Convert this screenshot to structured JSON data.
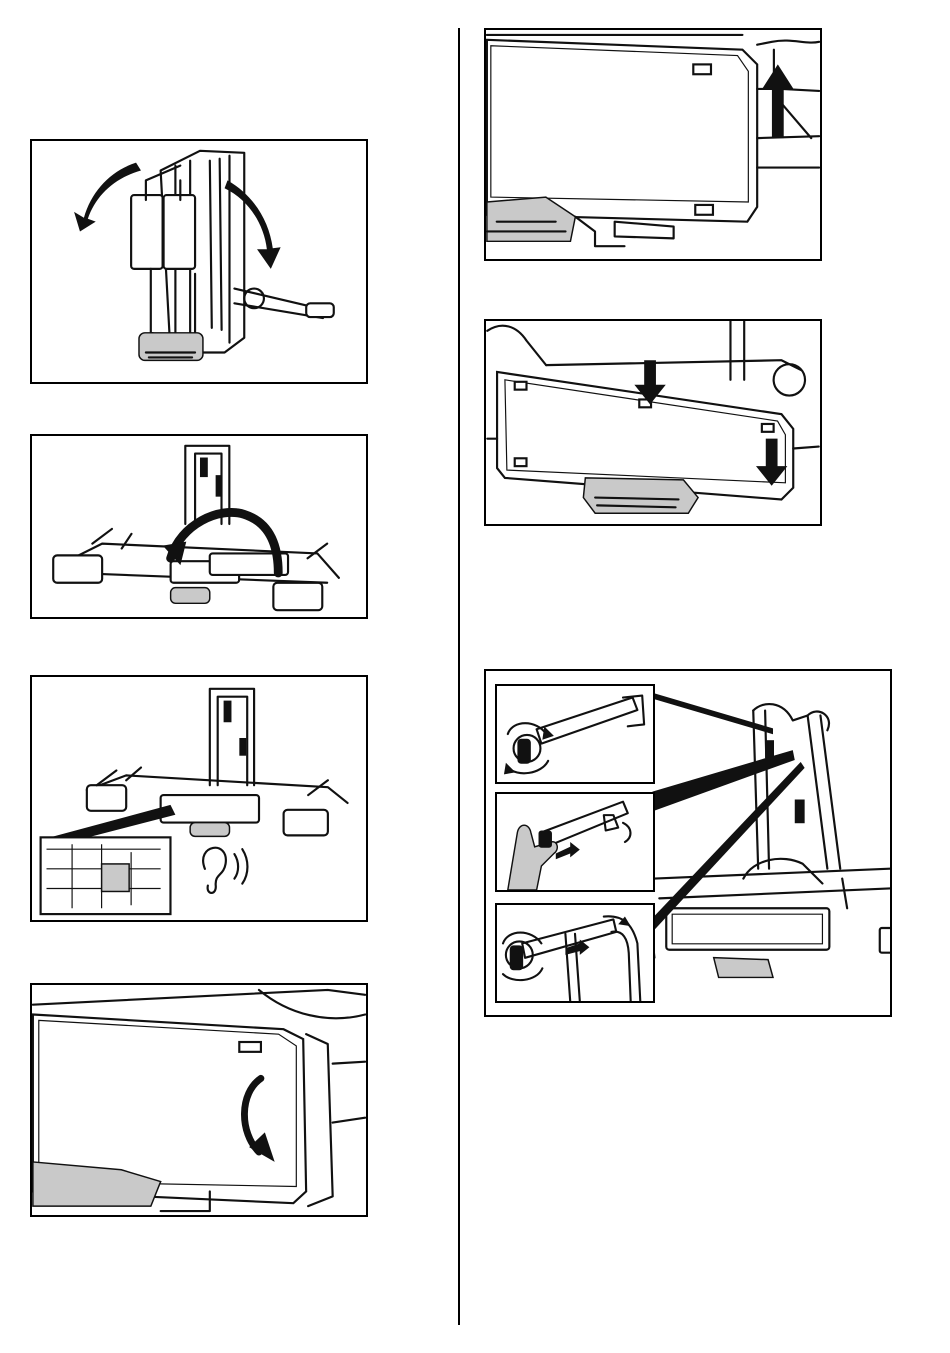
{
  "page": {
    "background": "#ffffff",
    "line_color": "#111111"
  },
  "figures": [
    {
      "id": "fold-out-rails",
      "icons": [
        "curved-arrow-left-icon",
        "curved-arrow-right-icon"
      ]
    },
    {
      "id": "rotate-frame-up",
      "icons": [
        "curved-arrow-icon"
      ]
    },
    {
      "id": "light-bar-click",
      "icons": [
        "ear-icon",
        "sound-waves-icon"
      ]
    },
    {
      "id": "plate-tilt",
      "icons": [
        "curved-arrow-down-icon"
      ]
    },
    {
      "id": "plate-lift",
      "icons": [
        "arrow-up-icon"
      ]
    },
    {
      "id": "plate-press",
      "icons": [
        "arrow-down-icon"
      ]
    },
    {
      "id": "frame-clamp-adjust",
      "icons": [
        "rotate-icon",
        "hand-icon",
        "arrow-icon"
      ]
    }
  ]
}
